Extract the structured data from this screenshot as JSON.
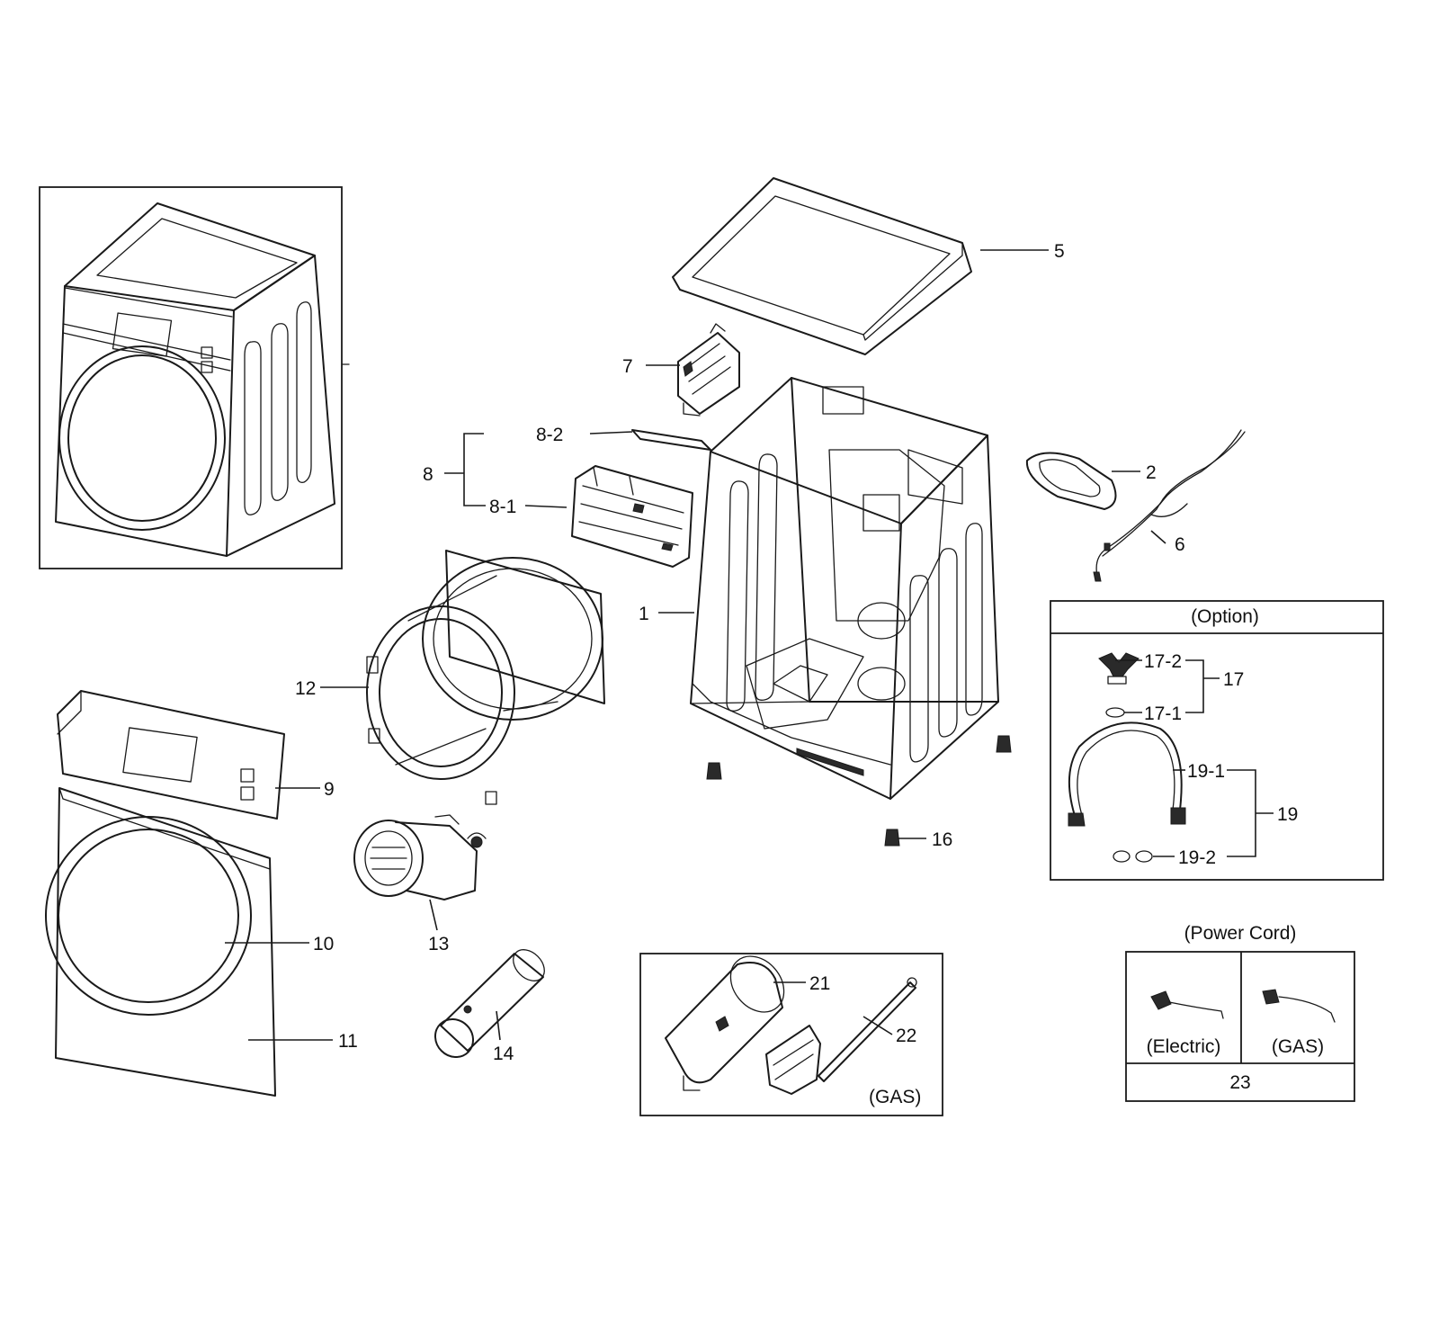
{
  "callouts": {
    "c1": "1",
    "c2": "2",
    "c5": "5",
    "c6": "6",
    "c7": "7",
    "c8": "8",
    "c8_1": "8-1",
    "c8_2": "8-2",
    "c9": "9",
    "c10": "10",
    "c11": "11",
    "c12": "12",
    "c13": "13",
    "c14": "14",
    "c16": "16",
    "c17": "17",
    "c17_1": "17-1",
    "c17_2": "17-2",
    "c19": "19",
    "c19_1": "19-1",
    "c19_2": "19-2",
    "c21": "21",
    "c22": "22",
    "c23": "23"
  },
  "option_box": {
    "title": "(Option)"
  },
  "gas_box": {
    "label": "(GAS)"
  },
  "power_cord": {
    "title": "(Power Cord)",
    "electric": "(Electric)",
    "gas": "(GAS)"
  },
  "colors": {
    "ink": "#1a1a1a",
    "background": "#ffffff"
  }
}
